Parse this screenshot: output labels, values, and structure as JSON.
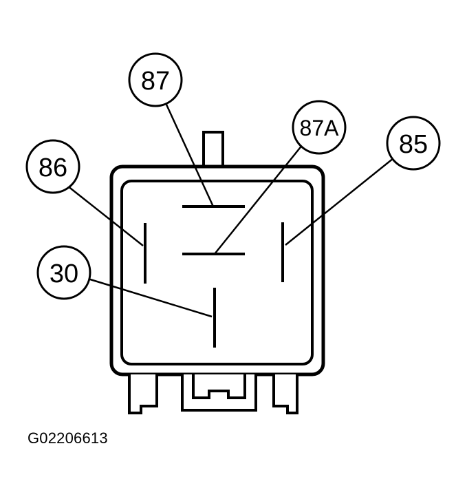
{
  "pins": {
    "p87": "87",
    "p87a": "87A",
    "p85": "85",
    "p86": "86",
    "p30": "30"
  },
  "figure_id": "G02206613",
  "colors": {
    "ink": "#000000",
    "paper": "#ffffff"
  }
}
